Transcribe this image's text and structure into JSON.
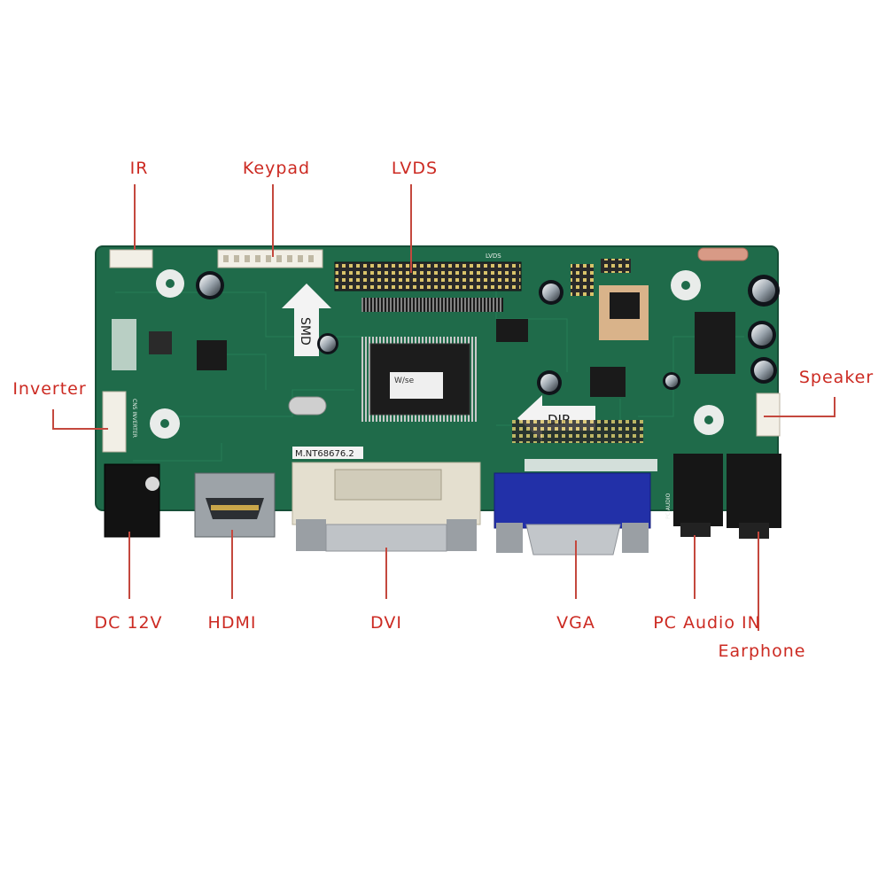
{
  "labels": {
    "ir": "IR",
    "keypad": "Keypad",
    "lvds": "LVDS",
    "inverter": "Inverter",
    "speaker": "Speaker",
    "dc12v": "DC 12V",
    "hdmi": "HDMI",
    "dvi": "DVI",
    "vga": "VGA",
    "pc_audio_in": "PC Audio IN",
    "earphone": "Earphone"
  },
  "board": {
    "model": "M.NT68676.2",
    "smd": "SMD",
    "dip": "DIP",
    "chip_text": "W/se",
    "silkscreen_lvds": "LVDS",
    "silkscreen_inverter": "CN5 INVERTER",
    "silkscreen_pc_audio": "PC AUDIO"
  },
  "colors": {
    "label": "#cc2a22",
    "leader": "#c4483e",
    "pcb": "#1f6b4a",
    "pcb_dark": "#164f37",
    "vga_blue": "#2230a8",
    "dvi_cream": "#e4dfcf"
  }
}
